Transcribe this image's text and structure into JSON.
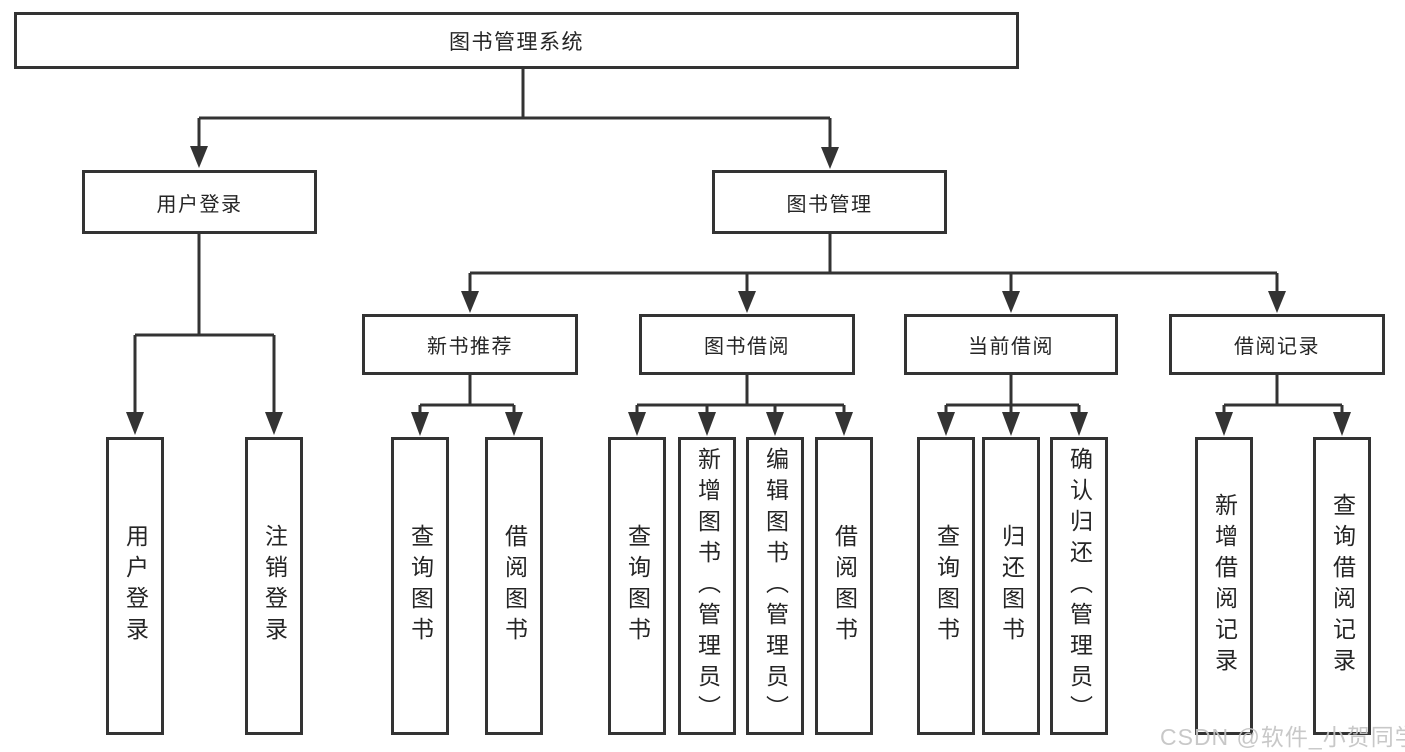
{
  "diagram": {
    "root": {
      "label": "图书管理系统"
    },
    "level2": {
      "user_login": {
        "label": "用户登录"
      },
      "book_management": {
        "label": "图书管理"
      }
    },
    "level3": {
      "new_book_recommend": {
        "label": "新书推荐"
      },
      "book_borrowing": {
        "label": "图书借阅"
      },
      "current_borrowing": {
        "label": "当前借阅"
      },
      "borrowing_records": {
        "label": "借阅记录"
      }
    },
    "leaves": {
      "user_login": [
        "用户登录",
        "注销登录"
      ],
      "new_book_recommend": [
        "查询图书",
        "借阅图书"
      ],
      "book_borrowing": [
        "查询图书",
        "新增图书（管理员）",
        "编辑图书（管理员）",
        "借阅图书"
      ],
      "current_borrowing": [
        "查询图书",
        "归还图书",
        "确认归还（管理员）"
      ],
      "borrowing_records": [
        "新增借阅记录",
        "查询借阅记录"
      ]
    },
    "watermark": "CSDN @软件_小贺同学",
    "colors": {
      "line": "#333333",
      "text": "#252525",
      "background": "#ffffff",
      "watermark": "#c3c3c3"
    }
  }
}
